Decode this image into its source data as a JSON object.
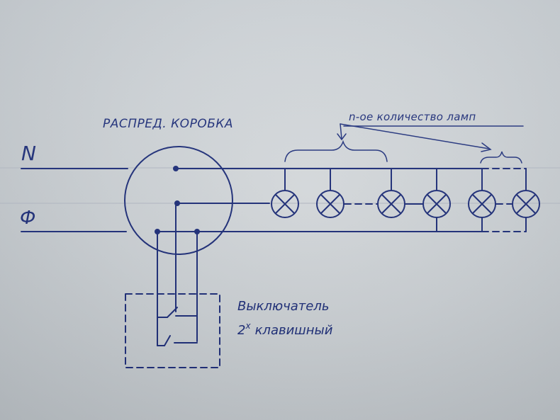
{
  "labels": {
    "neutral": "N",
    "phase": "Ф",
    "junction_box": "РАСПРЕД. КОРОБКА",
    "lamps_note": "n-ое количество ламп",
    "switch_line1": "Выключатель",
    "switch_line2_main": "2",
    "switch_line2_sup": "х",
    "switch_line2_rest": "клавишный"
  },
  "colors": {
    "ink": "#1f2f7a",
    "paper": "#cdd2d6"
  },
  "icons": {
    "lamp": "lamp-symbol-icon",
    "switch": "switch-contact-icon",
    "junction": "junction-dot-icon"
  }
}
